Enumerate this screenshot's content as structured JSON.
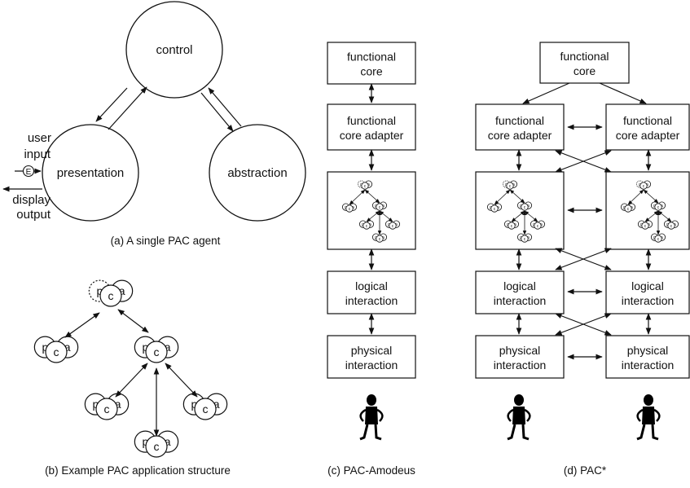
{
  "agent": {
    "control": "control",
    "presentation": "presentation",
    "abstraction": "abstraction",
    "user_input_1": "user",
    "user_input_2": "input",
    "display_output_1": "display",
    "display_output_2": "output",
    "event_glyph": "E"
  },
  "pca": {
    "p": "p",
    "c": "c",
    "a": "a"
  },
  "layers": {
    "functional_core_1": "functional",
    "functional_core_2": "core",
    "adapter_1": "functional",
    "adapter_2": "core adapter",
    "logical_1": "logical",
    "logical_2": "interaction",
    "physical_1": "physical",
    "physical_2": "interaction"
  },
  "captions": {
    "a": "(a) A single PAC agent",
    "b": "(b) Example PAC application structure",
    "c": "(c) PAC-Amodeus",
    "d": "(d) PAC*"
  },
  "colors": {
    "stroke": "#111111",
    "fill": "#ffffff"
  }
}
